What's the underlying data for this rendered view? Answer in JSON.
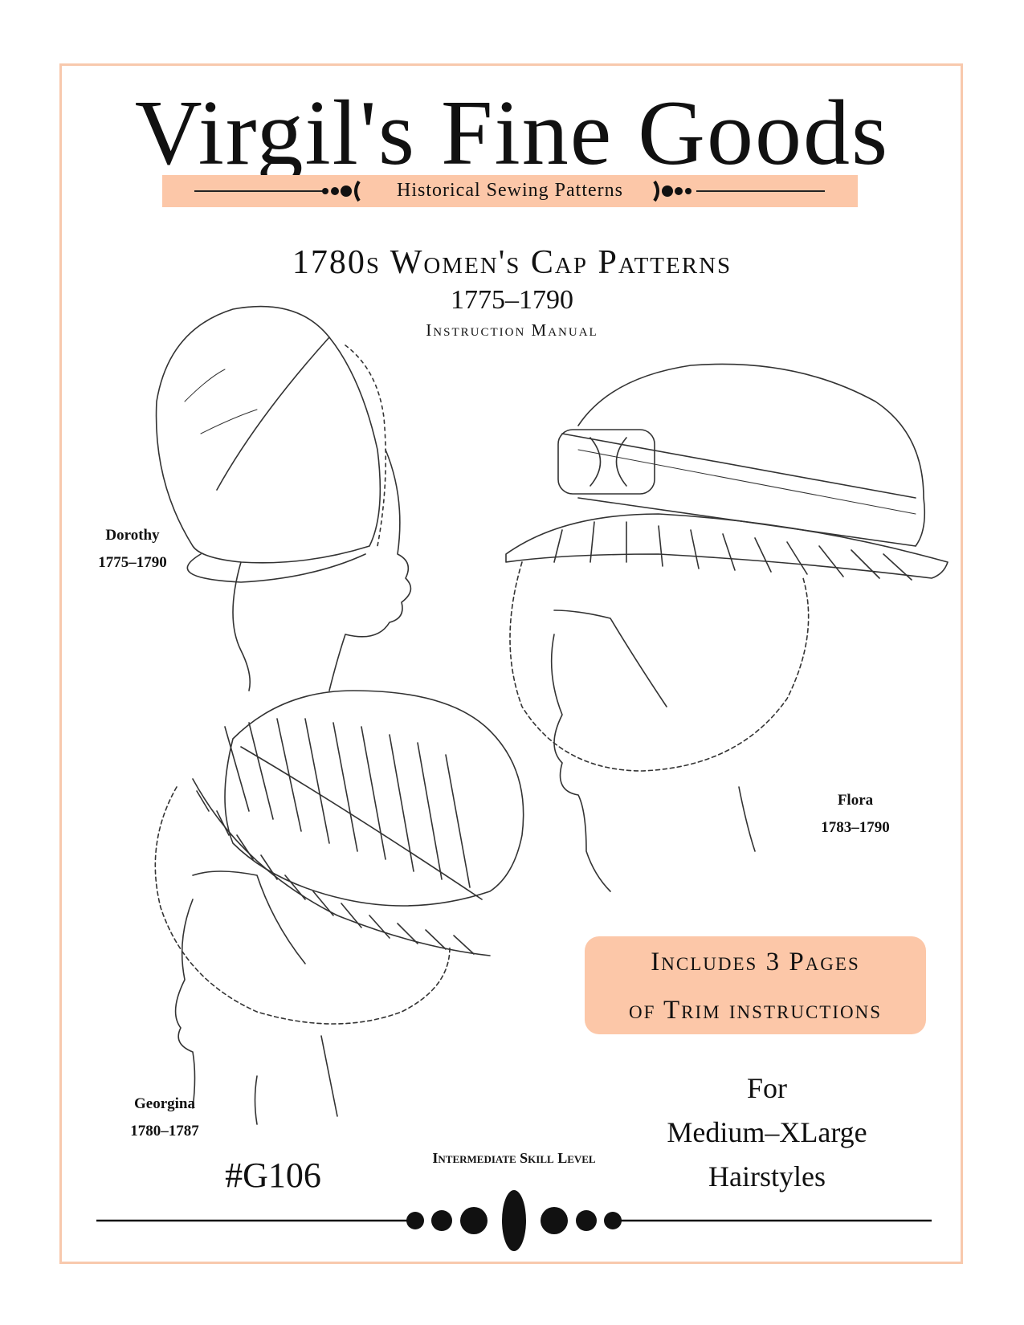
{
  "brand": {
    "name": "Virgil's Fine Goods",
    "tagline": "Historical Sewing Patterns"
  },
  "title": {
    "main": "1780s Women's Cap Patterns",
    "years": "1775–1790",
    "subtitle": "Instruction Manual"
  },
  "caps": [
    {
      "name": "Dorothy",
      "years": "1775–1790"
    },
    {
      "name": "Flora",
      "years": "1783–1790"
    },
    {
      "name": "Georgina",
      "years": "1780–1787"
    }
  ],
  "callout": {
    "line1": "Includes 3 Pages",
    "line2": "of Trim instructions"
  },
  "fit": {
    "line1": "For",
    "line2": "Medium–XLarge",
    "line3": "Hairstyles"
  },
  "pattern_number": "#G106",
  "skill_level": "Intermediate Skill Level",
  "colors": {
    "accent": "#fcc7a8",
    "frame": "#f8c9ad",
    "ink": "#111111"
  }
}
